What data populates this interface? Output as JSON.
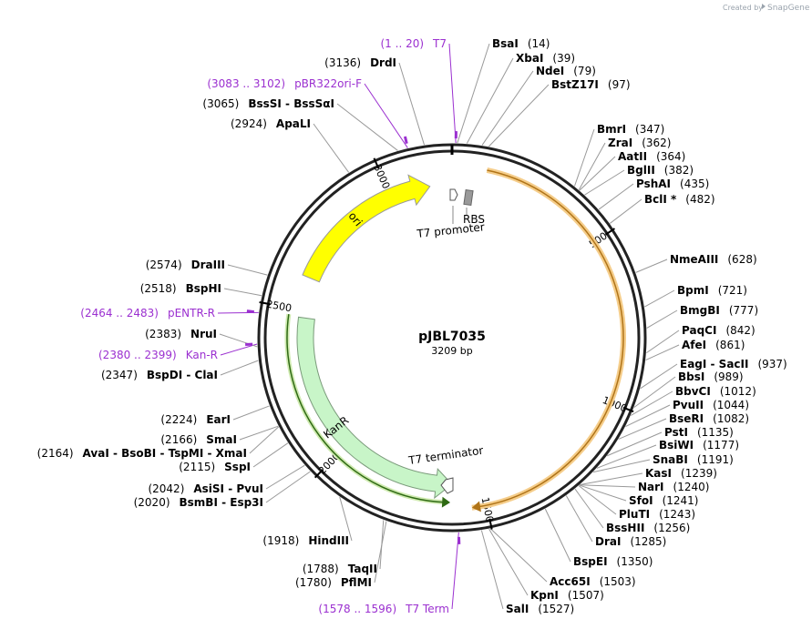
{
  "plasmid": {
    "name": "pJBL7035",
    "length_text": "3209 bp",
    "length": 3209
  },
  "watermark": {
    "created_by": "Created by",
    "brand": "SnapGene"
  },
  "colors": {
    "ori": "#ffff00",
    "kanr": "#c8f5c8",
    "primer": "#9b30d0",
    "orange_arc": "#f0b030",
    "backbone": "#222222"
  },
  "ticks": [
    {
      "bp": 500,
      "label": "500"
    },
    {
      "bp": 1000,
      "label": "1000"
    },
    {
      "bp": 1500,
      "label": "1500"
    },
    {
      "bp": 2000,
      "label": "2000"
    },
    {
      "bp": 2500,
      "label": "2500"
    },
    {
      "bp": 3000,
      "label": "3000"
    }
  ],
  "features": {
    "ori": {
      "label": "ori"
    },
    "kanr": {
      "label": "KanR"
    },
    "rbs": {
      "label": "RBS"
    },
    "t7_promoter": {
      "label": "T7 promoter"
    },
    "t7_terminator": {
      "label": "T7 terminator"
    }
  },
  "right_sites": [
    {
      "name": "BsaI",
      "pos": "(14)",
      "bp": 14
    },
    {
      "name": "XbaI",
      "pos": "(39)",
      "bp": 39
    },
    {
      "name": "NdeI",
      "pos": "(79)",
      "bp": 79
    },
    {
      "name": "BstZ17I",
      "pos": "(97)",
      "bp": 97
    },
    {
      "name": "BmrI",
      "pos": "(347)",
      "bp": 347
    },
    {
      "name": "ZraI",
      "pos": "(362)",
      "bp": 362
    },
    {
      "name": "AatII",
      "pos": "(364)",
      "bp": 364
    },
    {
      "name": "BglII",
      "pos": "(382)",
      "bp": 382
    },
    {
      "name": "PshAI",
      "pos": "(435)",
      "bp": 435
    },
    {
      "name": "BclI *",
      "pos": "(482)",
      "bp": 482
    },
    {
      "name": "NmeAIII",
      "pos": "(628)",
      "bp": 628
    },
    {
      "name": "BpmI",
      "pos": "(721)",
      "bp": 721
    },
    {
      "name": "BmgBI",
      "pos": "(777)",
      "bp": 777
    },
    {
      "name": "PaqCI",
      "pos": "(842)",
      "bp": 842
    },
    {
      "name": "AfeI",
      "pos": "(861)",
      "bp": 861
    },
    {
      "name": "EagI - SacII",
      "pos": "(937)",
      "bp": 937
    },
    {
      "name": "BbsI",
      "pos": "(989)",
      "bp": 989
    },
    {
      "name": "BbvCI",
      "pos": "(1012)",
      "bp": 1012
    },
    {
      "name": "PvuII",
      "pos": "(1044)",
      "bp": 1044
    },
    {
      "name": "BseRI",
      "pos": "(1082)",
      "bp": 1082
    },
    {
      "name": "PstI",
      "pos": "(1135)",
      "bp": 1135
    },
    {
      "name": "BsiWI",
      "pos": "(1177)",
      "bp": 1177
    },
    {
      "name": "SnaBI",
      "pos": "(1191)",
      "bp": 1191
    },
    {
      "name": "KasI",
      "pos": "(1239)",
      "bp": 1239
    },
    {
      "name": "NarI",
      "pos": "(1240)",
      "bp": 1240
    },
    {
      "name": "SfoI",
      "pos": "(1241)",
      "bp": 1241
    },
    {
      "name": "PluTI",
      "pos": "(1243)",
      "bp": 1243
    },
    {
      "name": "BssHII",
      "pos": "(1256)",
      "bp": 1256
    },
    {
      "name": "DraI",
      "pos": "(1285)",
      "bp": 1285
    },
    {
      "name": "BspEI",
      "pos": "(1350)",
      "bp": 1350
    },
    {
      "name": "Acc65I",
      "pos": "(1503)",
      "bp": 1503
    },
    {
      "name": "KpnI",
      "pos": "(1507)",
      "bp": 1507
    },
    {
      "name": "SalI",
      "pos": "(1527)",
      "bp": 1527
    }
  ],
  "left_sites": [
    {
      "name": "T7 Term",
      "pos": "(1578 .. 1596)",
      "bp": 1587,
      "primer": true
    },
    {
      "name": "PflMI",
      "pos": "(1780)",
      "bp": 1780
    },
    {
      "name": "TaqII",
      "pos": "(1788)",
      "bp": 1788
    },
    {
      "name": "HindIII",
      "pos": "(1918)",
      "bp": 1918
    },
    {
      "name": "BsmBI - Esp3I",
      "pos": "(2020)",
      "bp": 2020
    },
    {
      "name": "AsiSI - PvuI",
      "pos": "(2042)",
      "bp": 2042
    },
    {
      "name": "SspI",
      "pos": "(2115)",
      "bp": 2115
    },
    {
      "name": "AvaI - BsoBI - TspMI - XmaI",
      "pos": "(2164)",
      "bp": 2164
    },
    {
      "name": "SmaI",
      "pos": "(2166)",
      "bp": 2166
    },
    {
      "name": "EarI",
      "pos": "(2224)",
      "bp": 2224
    },
    {
      "name": "BspDI - ClaI",
      "pos": "(2347)",
      "bp": 2347
    },
    {
      "name": "Kan-R",
      "pos": "(2380 .. 2399)",
      "bp": 2390,
      "primer": true
    },
    {
      "name": "NruI",
      "pos": "(2383)",
      "bp": 2383
    },
    {
      "name": "pENTR-R",
      "pos": "(2464 .. 2483)",
      "bp": 2473,
      "primer": true
    },
    {
      "name": "BspHI",
      "pos": "(2518)",
      "bp": 2518
    },
    {
      "name": "DraIII",
      "pos": "(2574)",
      "bp": 2574
    },
    {
      "name": "ApaLI",
      "pos": "(2924)",
      "bp": 2924
    },
    {
      "name": "BssSI - BssSαI",
      "pos": "(3065)",
      "bp": 3065
    },
    {
      "name": "pBR322ori-F",
      "pos": "(3083 .. 3102)",
      "bp": 3092,
      "primer": true
    },
    {
      "name": "DrdI",
      "pos": "(3136)",
      "bp": 3136
    },
    {
      "name": "T7",
      "pos": "(1 .. 20)",
      "bp": 10,
      "primer": true
    }
  ]
}
